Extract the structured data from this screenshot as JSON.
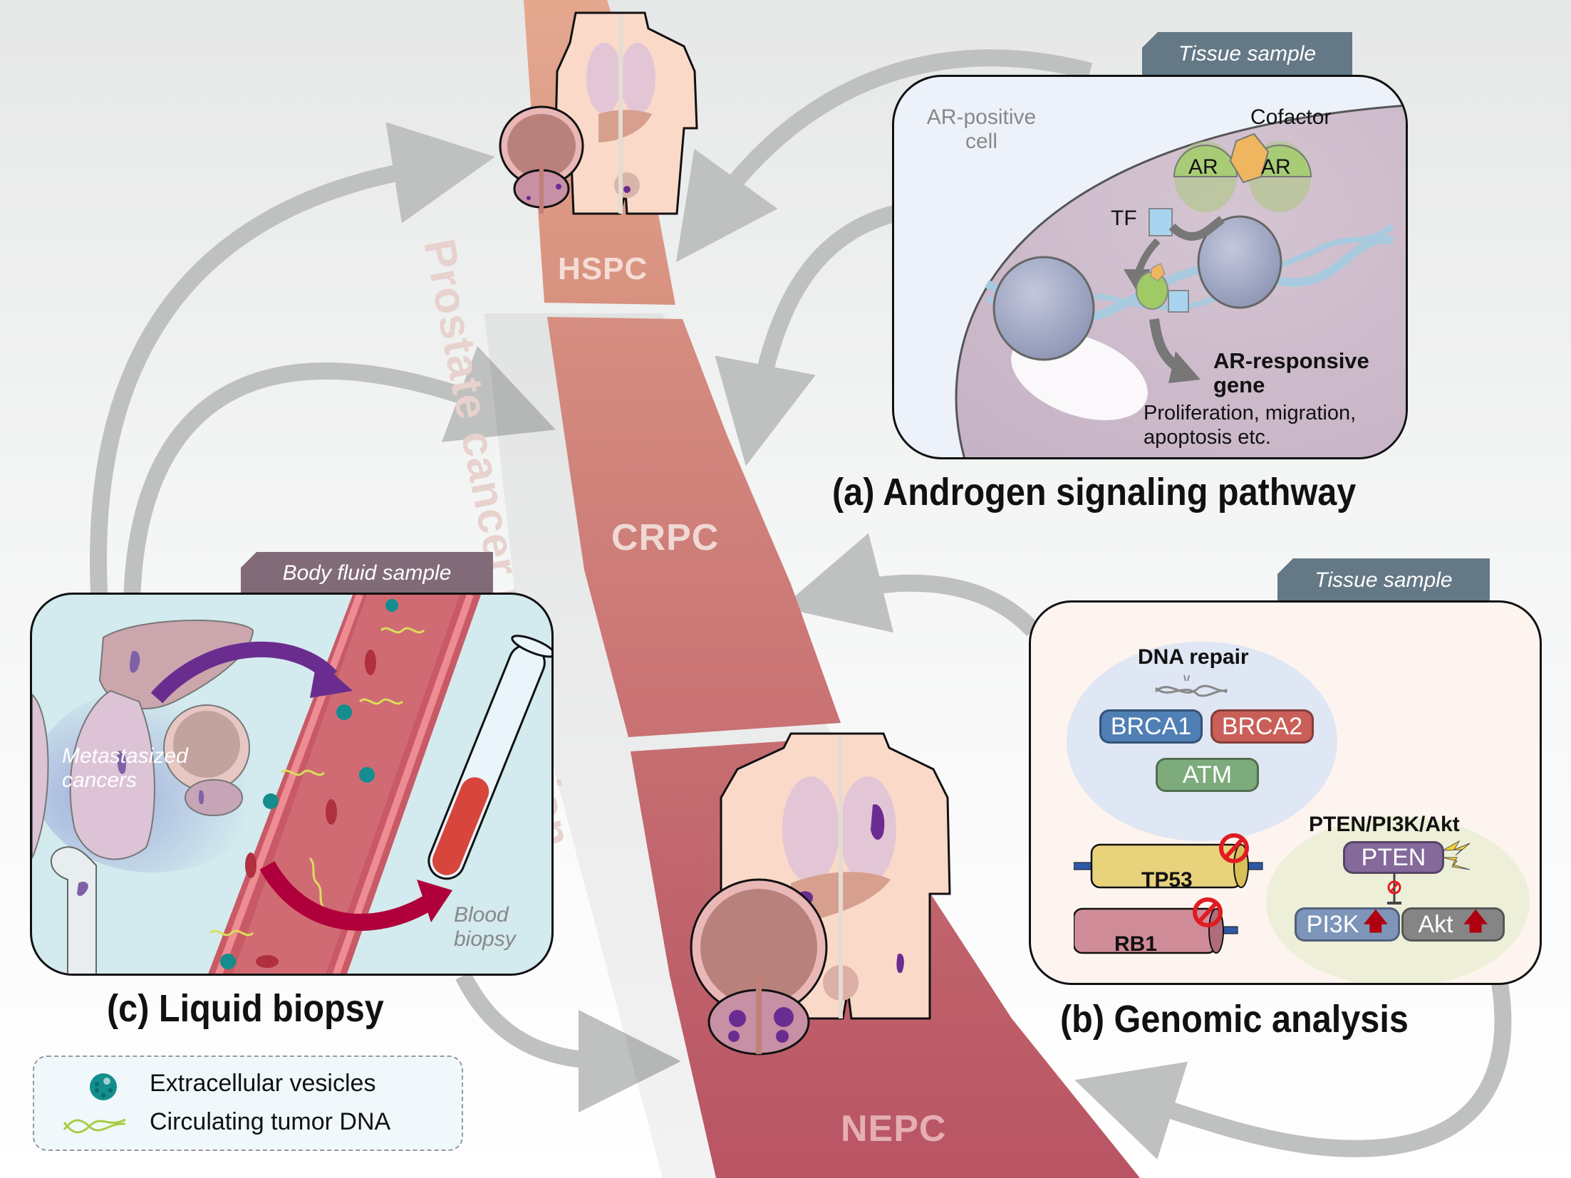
{
  "progression": {
    "axis_label": "Prostate cancer progression",
    "stages": [
      {
        "label": "HSPC",
        "color": "#d8917f"
      },
      {
        "label": "CRPC",
        "color": "#cd7773"
      },
      {
        "label": "NEPC",
        "color": "#b95464"
      }
    ]
  },
  "panel_a": {
    "tag": "Tissue sample",
    "title": "(a) Androgen signaling pathway",
    "cell_label": "AR-positive cell",
    "cofactor_label": "Cofactor",
    "ar_labels": [
      "AR",
      "AR"
    ],
    "tf_label": "TF",
    "gene_label": "AR-responsive gene",
    "effects": "Proliferation, migration, apoptosis etc."
  },
  "panel_b": {
    "tag": "Tissue sample",
    "title": "(b) Genomic analysis",
    "dna_repair": {
      "heading": "DNA repair",
      "genes": [
        {
          "label": "BRCA1",
          "color": "#4f7fb4"
        },
        {
          "label": "BRCA2",
          "color": "#c95f58"
        },
        {
          "label": "ATM",
          "color": "#7dab7c"
        }
      ]
    },
    "tumor_suppressors": [
      "TP53",
      "RB1"
    ],
    "pathway": {
      "heading": "PTEN/PI3K/Akt",
      "pten": "PTEN",
      "pi3k": "PI3K",
      "akt": "Akt"
    }
  },
  "panel_c": {
    "tag": "Body fluid sample",
    "title": "(c) Liquid biopsy",
    "metastasis_label": "Metastasized cancers",
    "blood_label": "Blood biopsy"
  },
  "legend": {
    "items": [
      {
        "icon": "extracellular-vesicle-icon",
        "label": "Extracellular vesicles"
      },
      {
        "icon": "ctdna-icon",
        "label": "Circulating tumor DNA"
      }
    ]
  },
  "colors": {
    "arrow_gray": "#bfc1c0",
    "tag_a_b": "#647886",
    "tag_c": "#826b78",
    "panel_a_bg": "#edf2fa",
    "panel_b_bg": "#fdf4ef",
    "panel_c_bg": "#d3eaee"
  }
}
